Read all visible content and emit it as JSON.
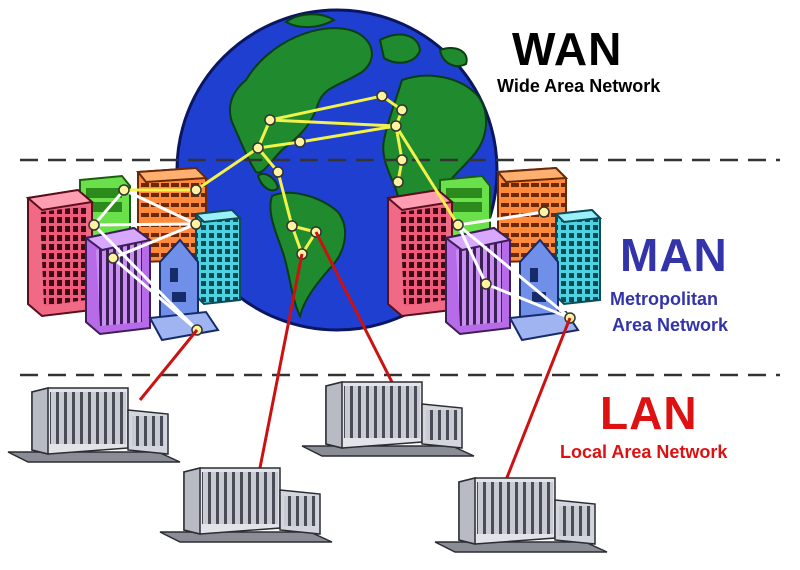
{
  "wan": {
    "title": "WAN",
    "subtitle": "Wide Area Network",
    "color": "#000000"
  },
  "man": {
    "title": "MAN",
    "subtitle_line1": "Metropolitan",
    "subtitle_line2": "Area Network",
    "color": "#3333aa"
  },
  "lan": {
    "title": "LAN",
    "subtitle": "Local Area Network",
    "color": "#dd1111"
  },
  "colors": {
    "globe_ocean": "#1e3fd0",
    "globe_land": "#1f8a2e",
    "wan_links": "#f2f24a",
    "man_links": "#ffffff",
    "lan_links": "#cc1111",
    "divider": "#333333"
  },
  "icons": [
    "globe-icon",
    "city-cluster-icon",
    "office-building-icon"
  ]
}
